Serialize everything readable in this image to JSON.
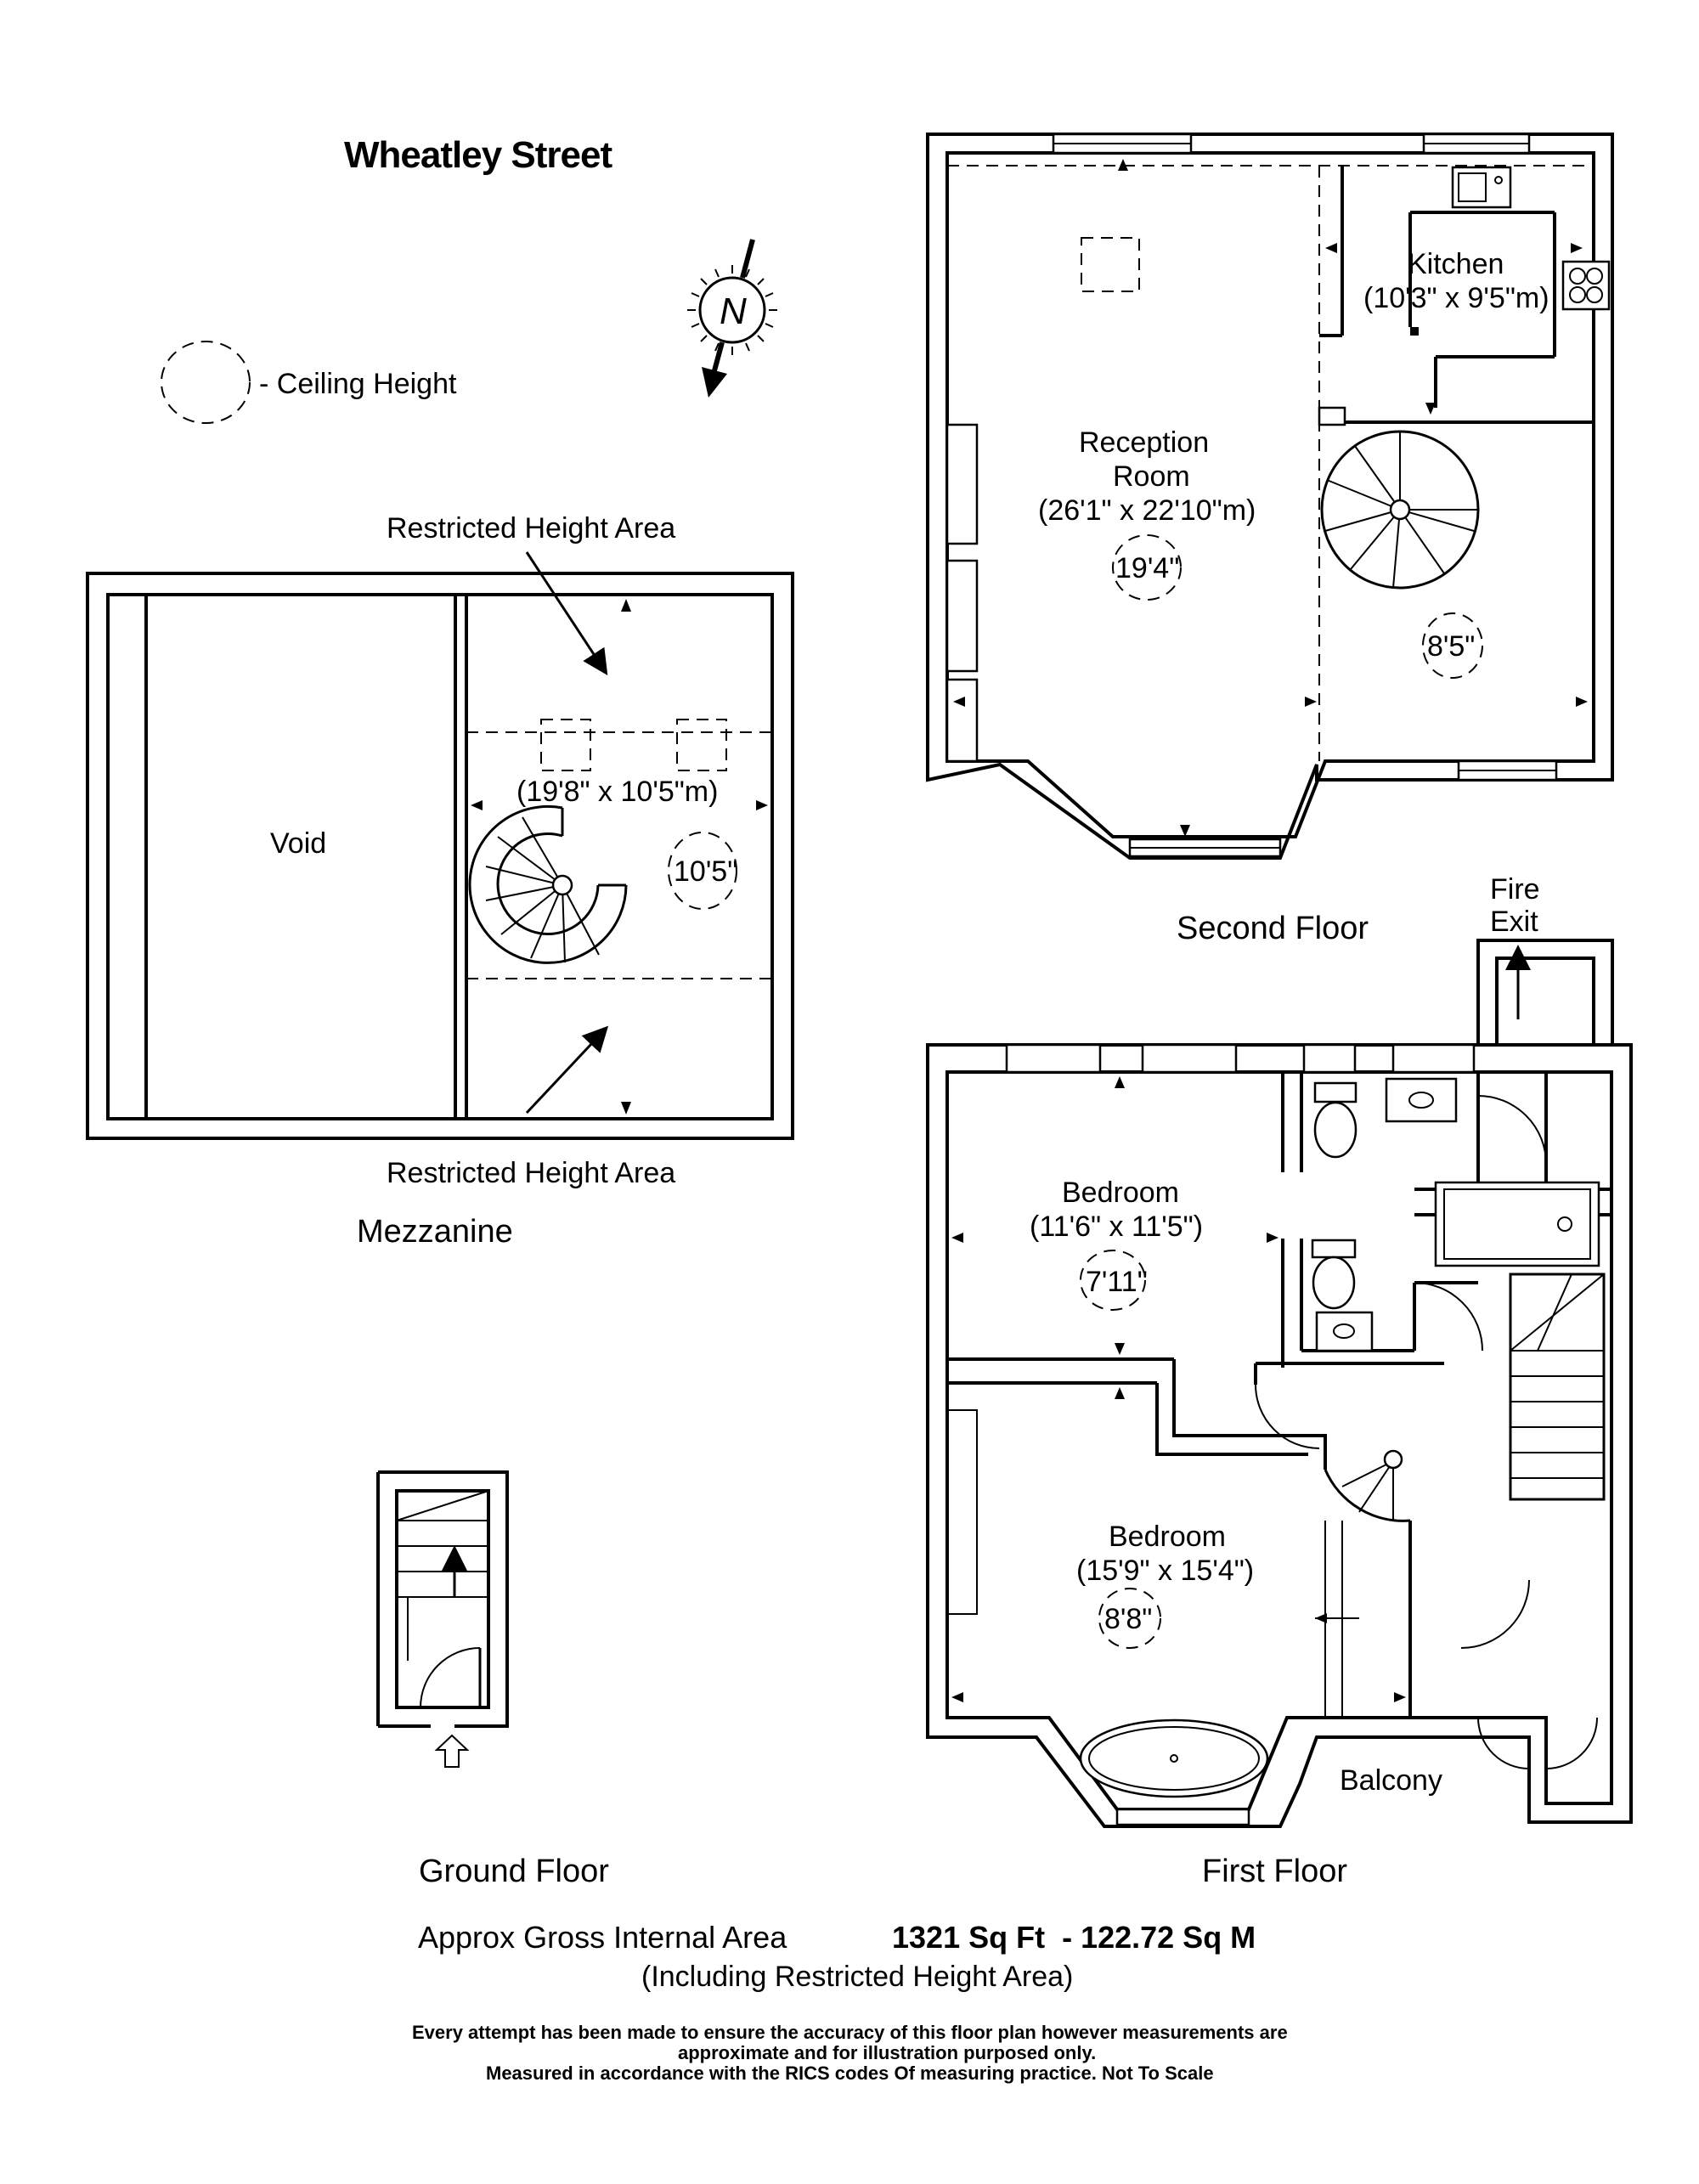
{
  "title": "Wheatley Street",
  "compass": {
    "letter": "N"
  },
  "legend": {
    "label": "- Ceiling Height"
  },
  "mezzanine": {
    "floor_label": "Mezzanine",
    "void_label": "Void",
    "room_size": "(19'8\" x 10'5\"m)",
    "ceiling": "10'5\"",
    "restricted_top": "Restricted Height Area",
    "restricted_bottom": "Restricted Height Area"
  },
  "second_floor": {
    "floor_label": "Second Floor",
    "reception": {
      "name_1": "Reception",
      "name_2": "Room",
      "size": "(26'1\" x 22'10\"m)",
      "ceiling": "19'4\""
    },
    "kitchen": {
      "name": "Kitchen",
      "size": "(10'3\" x 9'5\"m)"
    },
    "stair_room_ceiling": "8'5\""
  },
  "first_floor": {
    "floor_label": "First Floor",
    "fire_exit_1": "Fire",
    "fire_exit_2": "Exit",
    "bedroom1": {
      "name": "Bedroom",
      "size": "(11'6\" x 11'5\")",
      "ceiling": "7'11\""
    },
    "bedroom2": {
      "name": "Bedroom",
      "size": "(15'9\" x 15'4\")",
      "ceiling": "8'8\""
    },
    "balcony": "Balcony"
  },
  "ground_floor": {
    "floor_label": "Ground Floor"
  },
  "area": {
    "label": "Approx Gross Internal Area",
    "value": "1321 Sq Ft  - 122.72 Sq M",
    "note": "(Including Restricted Height Area)"
  },
  "disclaimer": {
    "line1": "Every attempt has been made to ensure the accuracy of this floor plan however measurements are",
    "line2": "approximate and for illustration purposed only.",
    "line3": "Measured in accordance with the RICS codes Of measuring practice. Not To Scale"
  }
}
